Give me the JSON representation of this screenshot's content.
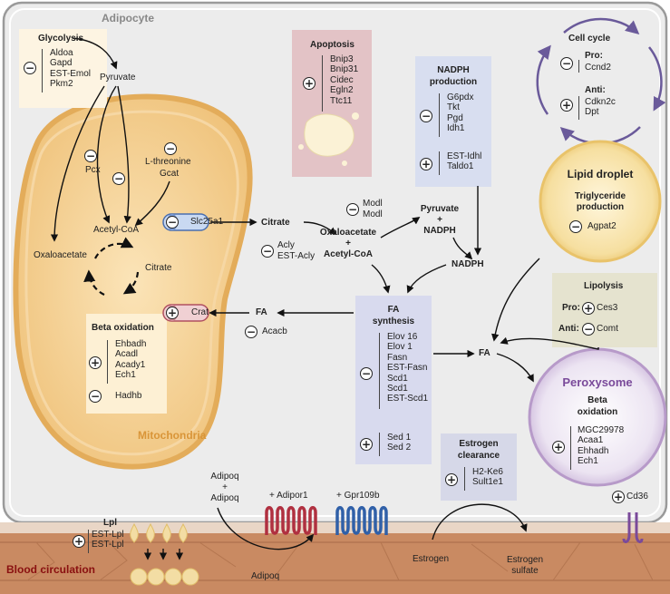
{
  "cell_title": "Adipocyte",
  "mitochondria_label": "Mitochondria",
  "blood_label": "Blood circulation",
  "glycolysis": {
    "title": "Glycolysis",
    "sign": "−",
    "genes": [
      "Aldoa",
      "Gapd",
      "EST-Emol",
      "Pkm2"
    ]
  },
  "apoptosis": {
    "title": "Apoptosis",
    "sign": "+",
    "genes": [
      "Bnip3",
      "Bnip31",
      "Cidec",
      "Egln2",
      "Ttc11"
    ]
  },
  "nadph": {
    "title_1": "NADPH",
    "title_2": "production",
    "down_sign": "−",
    "down_genes": [
      "G6pdx",
      "Tkt",
      "Pgd",
      "Idh1"
    ],
    "up_sign": "+",
    "up_genes": [
      "EST-Idhl",
      "Taldo1"
    ]
  },
  "cell_cycle": {
    "title": "Cell cycle",
    "pro_label": "Pro:",
    "pro_sign": "−",
    "pro_genes": [
      "Ccnd2"
    ],
    "anti_label": "Anti:",
    "anti_sign": "+",
    "anti_genes": [
      "Cdkn2c",
      "Dpt"
    ]
  },
  "lipid_droplet": {
    "title": "Lipid droplet",
    "sub_1": "Triglyceride",
    "sub_2": "production",
    "sign": "−",
    "gene": "Agpat2"
  },
  "lipolysis": {
    "title": "Lipolysis",
    "pro_label": "Pro:",
    "pro_sign": "+",
    "pro_gene": "Ces3",
    "anti_label": "Anti:",
    "anti_sign": "−",
    "anti_gene": "Comt"
  },
  "peroxysome": {
    "title": "Peroxysome",
    "sub_1": "Beta",
    "sub_2": "oxidation",
    "sign": "+",
    "genes": [
      "MGC29978",
      "Acaa1",
      "Ehhadh",
      "Ech1"
    ]
  },
  "fa_synthesis": {
    "title_1": "FA",
    "title_2": "synthesis",
    "down_sign": "−",
    "down_genes": [
      "Elov 16",
      "Elov 1",
      "Fasn",
      "EST-Fasn",
      "Scd1",
      "Scd1",
      "EST-Scd1"
    ],
    "up_sign": "+",
    "up_genes": [
      "Sed 1",
      "Sed 2"
    ]
  },
  "estrogen_clearance": {
    "title_1": "Estrogen",
    "title_2": "clearance",
    "sign": "+",
    "genes": [
      "H2-Ke6",
      "Sult1e1"
    ]
  },
  "beta_oxidation": {
    "title": "Beta oxidation",
    "up_sign": "+",
    "up_genes": [
      "Ehbadh",
      "Acadl",
      "Acady1",
      "Ech1"
    ],
    "down_sign": "−",
    "down_gene": "Hadhb"
  },
  "mito": {
    "pyruvate": "Pyruvate",
    "pcx_sign": "−",
    "pcx": "Pcx",
    "mid_sign": "−",
    "thr_sign": "−",
    "thr_1": "L-threonine",
    "thr_2": "Gcat",
    "acetylcoa": "Acetyl-CoA",
    "oxaloacetate": "Oxaloacetate",
    "citrate": "Citrate",
    "slc_sign": "−",
    "slc": "Slc25a1",
    "crat_sign": "+",
    "crat": "Crat"
  },
  "pathway": {
    "citrate": "Citrate",
    "acly_sign": "−",
    "acly_1": "Acly",
    "acly_2": "EST-Acly",
    "modl_sign": "−",
    "modl_1": "Modl",
    "modl_2": "Modl",
    "oxaloacetate": "Oxaloacetate",
    "plus": "+",
    "acetylcoa": "Acetyl-CoA",
    "pyr_1": "Pyruvate",
    "pyr_2": "+",
    "pyr_3": "NADPH",
    "nadph": "NADPH",
    "fa_left": "FA",
    "acacb_sign": "−",
    "acacb": "Acacb",
    "fa_right": "FA"
  },
  "membrane": {
    "adipoq_1": "Adipoq",
    "adipoq_2": "+",
    "adipoq_3": "Adipoq",
    "adipor1": "+ Adipor1",
    "gpr109b": "+ Gpr109b",
    "cd36_sign": "+",
    "cd36": "Cd36",
    "lpl_title": "Lpl",
    "lpl_sign": "+",
    "lpl_genes": [
      "EST-Lpl",
      "EST-Lpl"
    ],
    "adipoq_blood": "Adipoq",
    "estrogen": "Estrogen",
    "estrogen_sulfate_1": "Estrogen",
    "estrogen_sulfate_2": "sulfate"
  },
  "colors": {
    "blood": "#c98a62",
    "mito": "#f0c27a",
    "cell": "#ececec",
    "apoptosis": "#e3c3c6",
    "nadph": "#d8def0",
    "fa": "#d8daee",
    "cellcycle_arrow": "#7a6aa6",
    "peroxysome": "#b79ac9",
    "lipid": "#e9c36a",
    "lipolysis": "#e5e3cf",
    "receptor_red": "#b03040",
    "receptor_blue": "#3060a8"
  }
}
